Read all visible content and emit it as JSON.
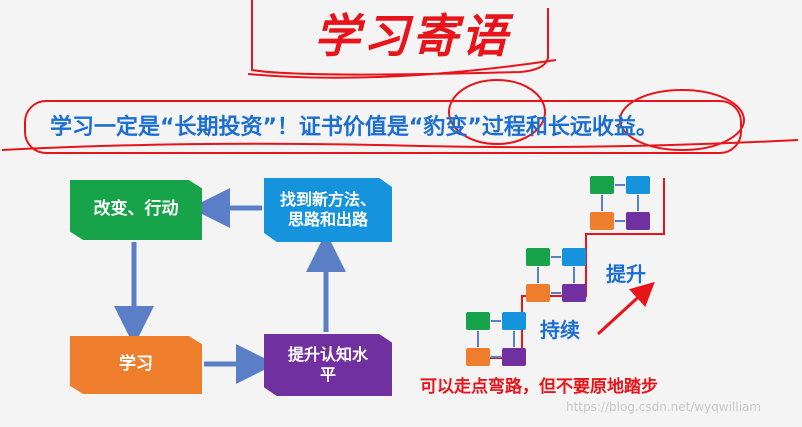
{
  "title": "学习寄语",
  "banner": "学习一定是“长期投资”！证书价值是“豹变”过程和长远收益。",
  "flow": {
    "box_change": "改变、行动",
    "box_find": "找到新方法、思路和出路",
    "box_study": "学习",
    "box_improve": "提升认知水平"
  },
  "labels": {
    "improve": "提升",
    "continue": "持续"
  },
  "bottom_text": "可以走点弯路，但不要原地踏步",
  "watermark": "https://blog.csdn.net/wyqwilliam",
  "colors": {
    "accent_red": "#e8141a",
    "text_blue": "#1c6fd1",
    "green": "#16a34a",
    "blue": "#1593dc",
    "orange": "#ee7e2b",
    "purple": "#7030a0"
  }
}
